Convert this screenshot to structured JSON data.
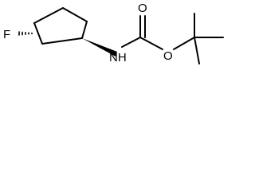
{
  "molecule": {
    "atoms": {
      "fluorine": "F",
      "nitrogen_hydrogen": "NH",
      "carbonyl_oxygen": "O",
      "ester_oxygen": "O"
    },
    "bond_color": "#000000",
    "background": "#ffffff"
  }
}
